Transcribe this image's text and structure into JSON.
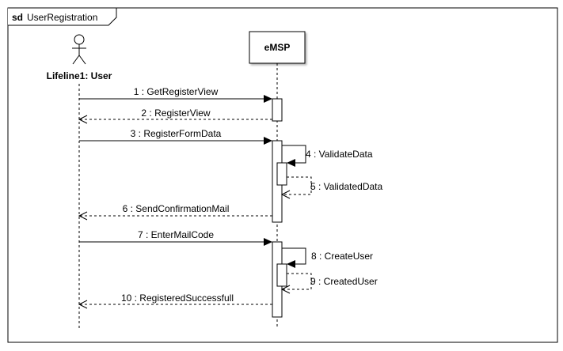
{
  "frame": {
    "keyword": "sd",
    "name": "UserRegistration"
  },
  "lifelines": {
    "user": {
      "label": "Lifeline1: User",
      "kind": "actor"
    },
    "emsp": {
      "label": "eMSP",
      "kind": "object"
    }
  },
  "messages": [
    {
      "n": "1",
      "label": "1 : GetRegisterView",
      "kind": "sync",
      "from": "user",
      "to": "emsp"
    },
    {
      "n": "2",
      "label": "2 : RegisterView",
      "kind": "reply",
      "from": "emsp",
      "to": "user"
    },
    {
      "n": "3",
      "label": "3 : RegisterFormData",
      "kind": "sync",
      "from": "user",
      "to": "emsp"
    },
    {
      "n": "4",
      "label": "4 : ValidateData",
      "kind": "self-call",
      "from": "emsp",
      "to": "emsp"
    },
    {
      "n": "5",
      "label": "5 : ValidatedData",
      "kind": "self-reply",
      "from": "emsp",
      "to": "emsp"
    },
    {
      "n": "6",
      "label": "6 : SendConfirmationMail",
      "kind": "reply",
      "from": "emsp",
      "to": "user"
    },
    {
      "n": "7",
      "label": "7 : EnterMailCode",
      "kind": "sync",
      "from": "user",
      "to": "emsp"
    },
    {
      "n": "8",
      "label": "8 : CreateUser",
      "kind": "self-call",
      "from": "emsp",
      "to": "emsp"
    },
    {
      "n": "9",
      "label": "9 : CreatedUser",
      "kind": "self-reply",
      "from": "emsp",
      "to": "emsp"
    },
    {
      "n": "10",
      "label": "10 : RegisteredSuccessfull",
      "kind": "reply",
      "from": "emsp",
      "to": "user"
    }
  ]
}
